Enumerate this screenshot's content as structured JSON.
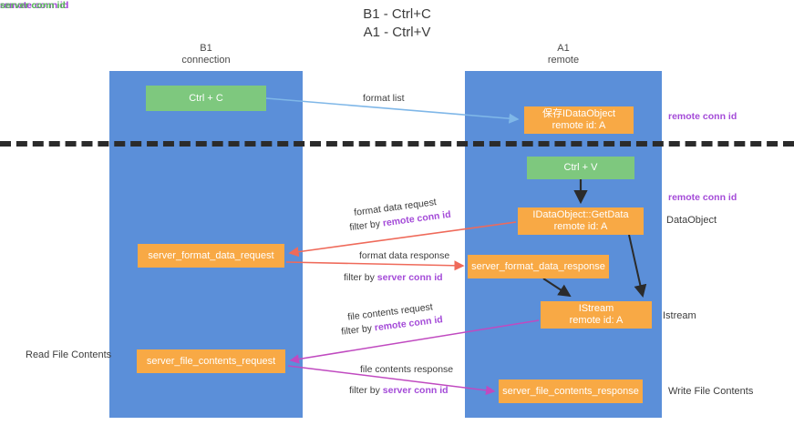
{
  "title": "B1 - Ctrl+C\nA1 - Ctrl+V",
  "columns": {
    "b1": {
      "header": "B1\nconnection"
    },
    "a1": {
      "header": "A1\nremote"
    }
  },
  "boxes": {
    "ctrl_c": {
      "label": "Ctrl + C",
      "color": "#7ec87e"
    },
    "idataobject": {
      "line1": "保存IDataObject",
      "line2": "remote id: A",
      "color": "#f8a945"
    },
    "ctrl_v": {
      "label": "Ctrl + V",
      "color": "#7ec87e"
    },
    "getdata": {
      "line1": "IDataObject::GetData",
      "line2": "remote id: A",
      "color": "#f8a945"
    },
    "server_format_data_response": {
      "label": "server_format_data_response",
      "color": "#f8a945"
    },
    "istream": {
      "line1": "IStream",
      "line2": "remote id: A",
      "color": "#f8a945"
    },
    "server_format_data_request": {
      "label": "server_format_data_request",
      "color": "#f8a945"
    },
    "server_file_contents_request": {
      "label": "server_file_contents_request",
      "color": "#f8a945"
    },
    "server_file_contents_response": {
      "label": "server_file_contents_response",
      "color": "#f8a945"
    }
  },
  "annotations": {
    "remote_conn_id_1": "remote conn id",
    "remote_conn_id_2": "remote conn id",
    "dataobject": "DataObject",
    "istream": "Istream",
    "write_file_contents": "Write File Contents",
    "read_file_contents": "Read File Contents",
    "left_remote_conn_id": "remote conn id",
    "left_server_conn_id": "server conn id",
    "left_remote_conn_id_2": "remote conn id",
    "left_server_conn_id_2": "server conn id"
  },
  "edge_labels": {
    "format_list": "format list",
    "format_data_request": "format data request",
    "format_data_request_filter_prefix": "filter by ",
    "format_data_request_filter_key": "remote conn id",
    "format_data_response": "format data response",
    "format_data_response_filter_prefix": "filter by ",
    "format_data_response_filter_key": "server conn id",
    "file_contents_request": "file contents request",
    "file_contents_request_filter_prefix": "filter by ",
    "file_contents_request_filter_key": "remote conn id",
    "file_contents_response": "file contents response",
    "file_contents_response_filter_prefix": "filter by ",
    "file_contents_response_filter_key": "server conn id"
  },
  "colors": {
    "column": "#5b8fd9",
    "green_box": "#7ec87e",
    "orange_box": "#f8a945",
    "purple": "#a44bd8",
    "green_text": "#5db85d",
    "arrow_blue": "#7fb7e8",
    "arrow_red": "#ef6a5a",
    "arrow_magenta": "#c04ac0",
    "arrow_black": "#2b2b2b",
    "separator": "#2b2b2b"
  }
}
